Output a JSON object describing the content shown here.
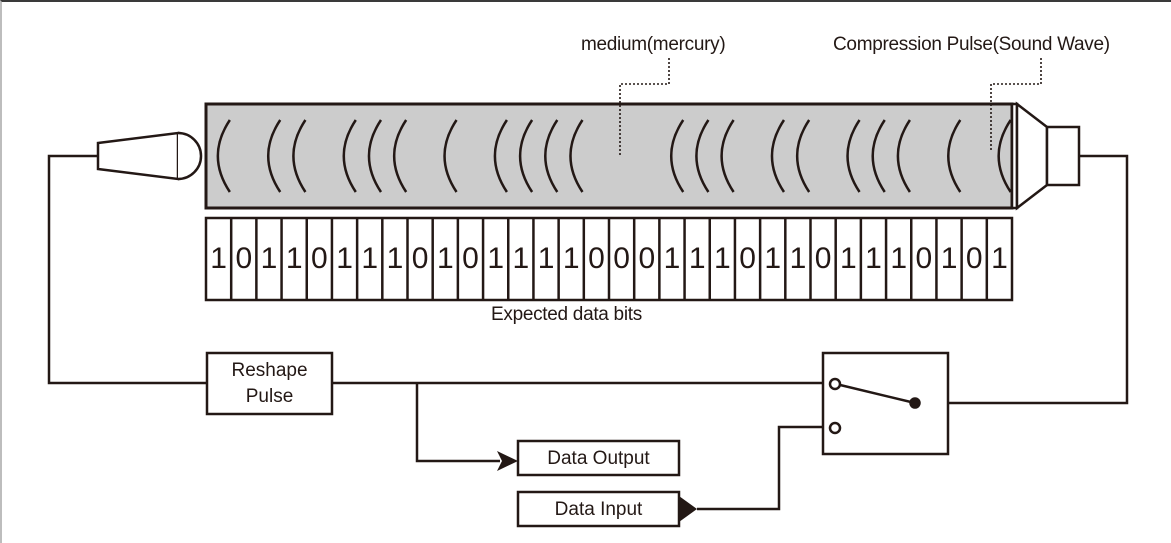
{
  "diagram": {
    "title": "Mercury delay line memory",
    "labels": {
      "medium": "medium(mercury)",
      "compression_pulse": "Compression Pulse(Sound Wave)",
      "expected_bits": "Expected data bits",
      "reshape_pulse": "Reshape Pulse",
      "data_output": "Data Output",
      "data_input": "Data Input"
    },
    "bits": [
      "1",
      "0",
      "1",
      "1",
      "0",
      "1",
      "1",
      "1",
      "0",
      "1",
      "0",
      "1",
      "1",
      "1",
      "1",
      "0",
      "0",
      "0",
      "1",
      "1",
      "1",
      "0",
      "1",
      "1",
      "0",
      "1",
      "1",
      "1",
      "0",
      "1",
      "0",
      "1"
    ],
    "wave_pulses": [
      1,
      0,
      1,
      1,
      0,
      1,
      1,
      1,
      0,
      1,
      0,
      1,
      1,
      1,
      1,
      0,
      0,
      0,
      1,
      1,
      1,
      0,
      1,
      1,
      0,
      1,
      1,
      1,
      0,
      1,
      0,
      1
    ],
    "switch_state": "connected-to-reshape-pulse",
    "colors": {
      "stroke": "#231815",
      "tube_fill": "#cccccc",
      "background": "#ffffff"
    }
  }
}
